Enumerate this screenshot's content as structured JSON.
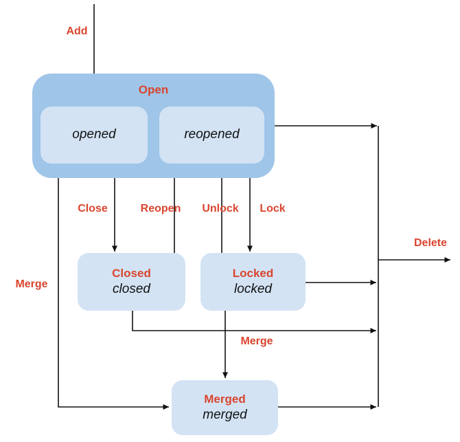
{
  "colors": {
    "accent_red": "#d9452e",
    "open_container_fill": "#9fc5e8",
    "state_fill": "#d3e3f4",
    "line": "#111111",
    "background": "#ffffff"
  },
  "nodes": {
    "open": {
      "label": "Open"
    },
    "opened": {
      "label": "opened"
    },
    "reopened": {
      "label": "reopened"
    },
    "closed": {
      "title": "Closed",
      "subtitle": "closed"
    },
    "locked": {
      "title": "Locked",
      "subtitle": "locked"
    },
    "merged": {
      "title": "Merged",
      "subtitle": "merged"
    }
  },
  "edge_labels": {
    "add": "Add",
    "close": "Close",
    "reopen": "Reopen",
    "unlock": "Unlock",
    "lock": "Lock",
    "merge_left": "Merge",
    "merge_middle": "Merge",
    "delete": "Delete"
  }
}
